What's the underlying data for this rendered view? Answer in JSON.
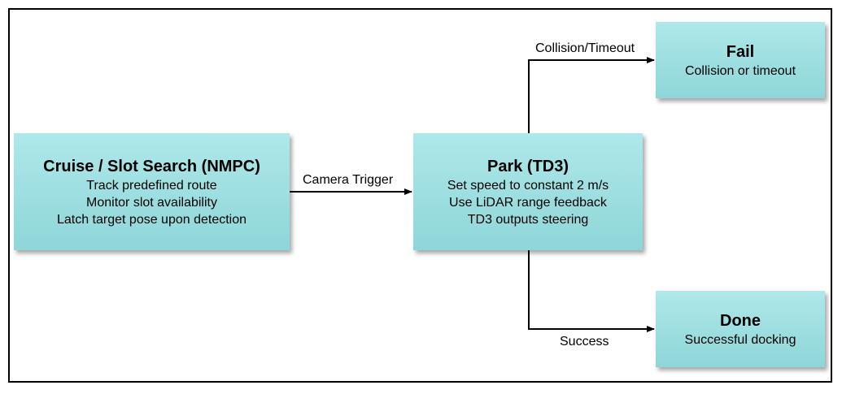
{
  "nodes": {
    "cruise": {
      "title": "Cruise / Slot Search (NMPC)",
      "lines": [
        "Track predefined route",
        "Monitor slot availability",
        "Latch target pose upon detection"
      ]
    },
    "park": {
      "title": "Park (TD3)",
      "lines": [
        "Set speed to constant 2 m/s",
        "Use LiDAR range feedback",
        "TD3 outputs steering"
      ]
    },
    "fail": {
      "title": "Fail",
      "lines": [
        "Collision or timeout"
      ]
    },
    "done": {
      "title": "Done",
      "lines": [
        "Successful docking"
      ]
    }
  },
  "edges": {
    "camera_trigger": "Camera Trigger",
    "collision_timeout": "Collision/Timeout",
    "success": "Success"
  },
  "colors": {
    "node_fill_top": "#aee8ea",
    "node_fill_bottom": "#8fd6d8",
    "edge": "#000000",
    "border": "#000000"
  }
}
